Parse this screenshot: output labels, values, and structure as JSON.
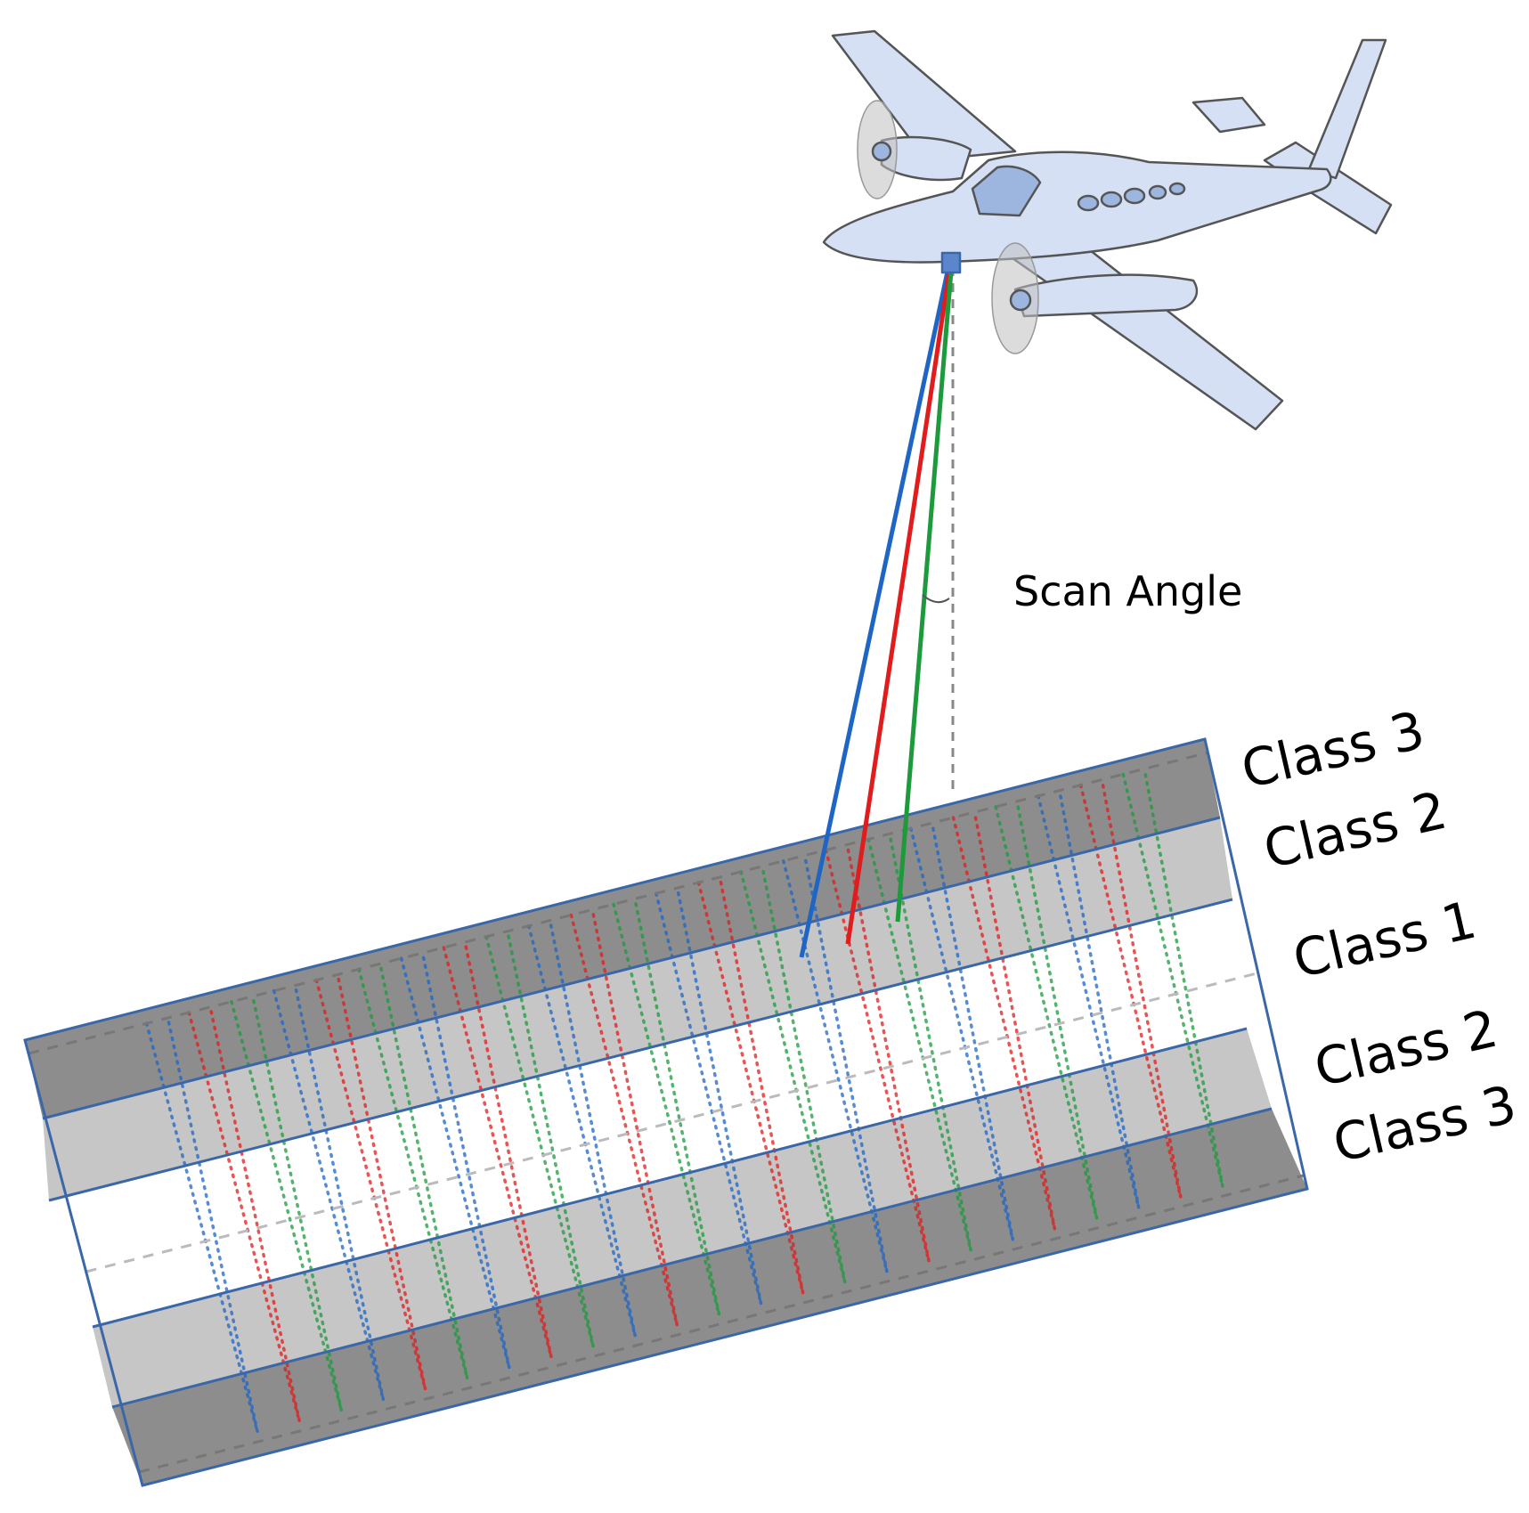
{
  "labels": {
    "scan_angle": "Scan Angle",
    "class_top_outer": "Class 3",
    "class_top_inner": "Class 2",
    "class_center": "Class 1",
    "class_bottom_inner": "Class 2",
    "class_bottom_outer": "Class 3"
  },
  "bands": [
    {
      "class": "Class 3",
      "color": "#8d8d8d"
    },
    {
      "class": "Class 2",
      "color": "#c6c6c6"
    },
    {
      "class": "Class 1",
      "color": "#ffffff"
    },
    {
      "class": "Class 2",
      "color": "#c6c6c6"
    },
    {
      "class": "Class 3",
      "color": "#8d8d8d"
    }
  ],
  "colors": {
    "band_border": "#3a67a8",
    "beam_blue": "#1f66c4",
    "beam_red": "#e01c1c",
    "beam_green": "#1c9a3c",
    "aircraft_body": "#d6e0f5",
    "aircraft_outline": "#555555"
  },
  "icons": {
    "aircraft": "twin-engine-airplane-icon",
    "sensor": "lidar-sensor-icon"
  }
}
